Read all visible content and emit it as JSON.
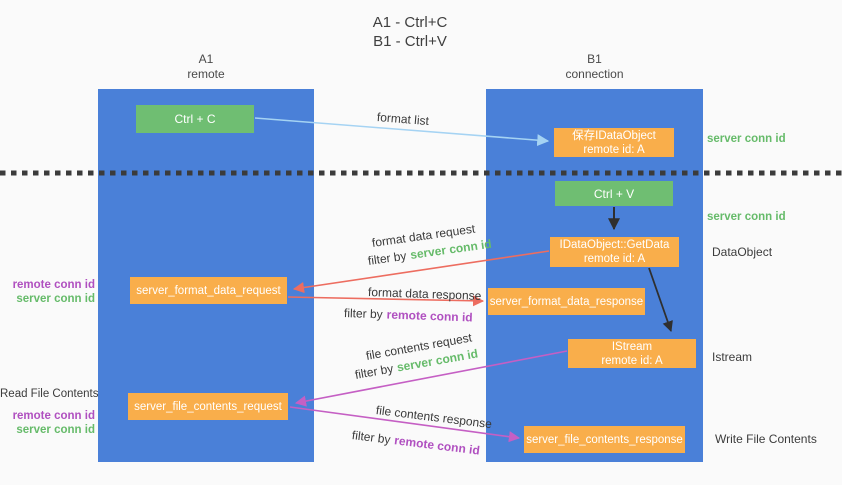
{
  "title": {
    "line1": "A1 - Ctrl+C",
    "line2": "B1 - Ctrl+V"
  },
  "lanes": {
    "left": {
      "name": "A1",
      "subtitle": "remote"
    },
    "right": {
      "name": "B1",
      "subtitle": "connection"
    }
  },
  "boxes": {
    "ctrl_c": {
      "label": "Ctrl + C"
    },
    "ctrl_v": {
      "label": "Ctrl + V"
    },
    "save_dataobject": {
      "line1": "保存IDataObject",
      "line2": "remote id: A"
    },
    "getdata": {
      "line1": "IDataObject::GetData",
      "line2": "remote id: A"
    },
    "istream": {
      "line1": "IStream",
      "line2": "remote id: A"
    },
    "format_request": {
      "label": "server_format_data_request"
    },
    "format_response": {
      "label": "server_format_data_response"
    },
    "file_request": {
      "label": "server_file_contents_request"
    },
    "file_response": {
      "label": "server_file_contents_response"
    }
  },
  "annotations": {
    "format_list": "format list",
    "format_data_request": "format data request",
    "format_data_response": "format data response",
    "file_contents_request": "file contents request",
    "file_contents_response": "file contents response",
    "filter_by": "filter by",
    "server_conn_id": "server conn id",
    "remote_conn_id": "remote conn id"
  },
  "side_labels": {
    "server_conn_id_1": "server conn id",
    "server_conn_id_2": "server conn id",
    "dataobject": "DataObject",
    "istream": "Istream",
    "write_file_contents": "Write File Contents",
    "read_file_contents": "Read File Contents",
    "remote_conn_id_left_1": "remote conn id",
    "server_conn_id_left_1": "server conn id",
    "remote_conn_id_left_2": "remote conn id",
    "server_conn_id_left_2": "server conn id"
  },
  "colors": {
    "panel_blue": "#4a80d8",
    "box_green": "#6fbe72",
    "box_orange": "#f9ae4b",
    "arrow_red": "#ed6d60",
    "arrow_magenta": "#c55fc4",
    "arrow_lightblue": "#a5d3f3",
    "arrow_black": "#2f2f2f",
    "text_green": "#66bb6a",
    "text_purple": "#b050c0",
    "divider": "#3b3b3b"
  }
}
